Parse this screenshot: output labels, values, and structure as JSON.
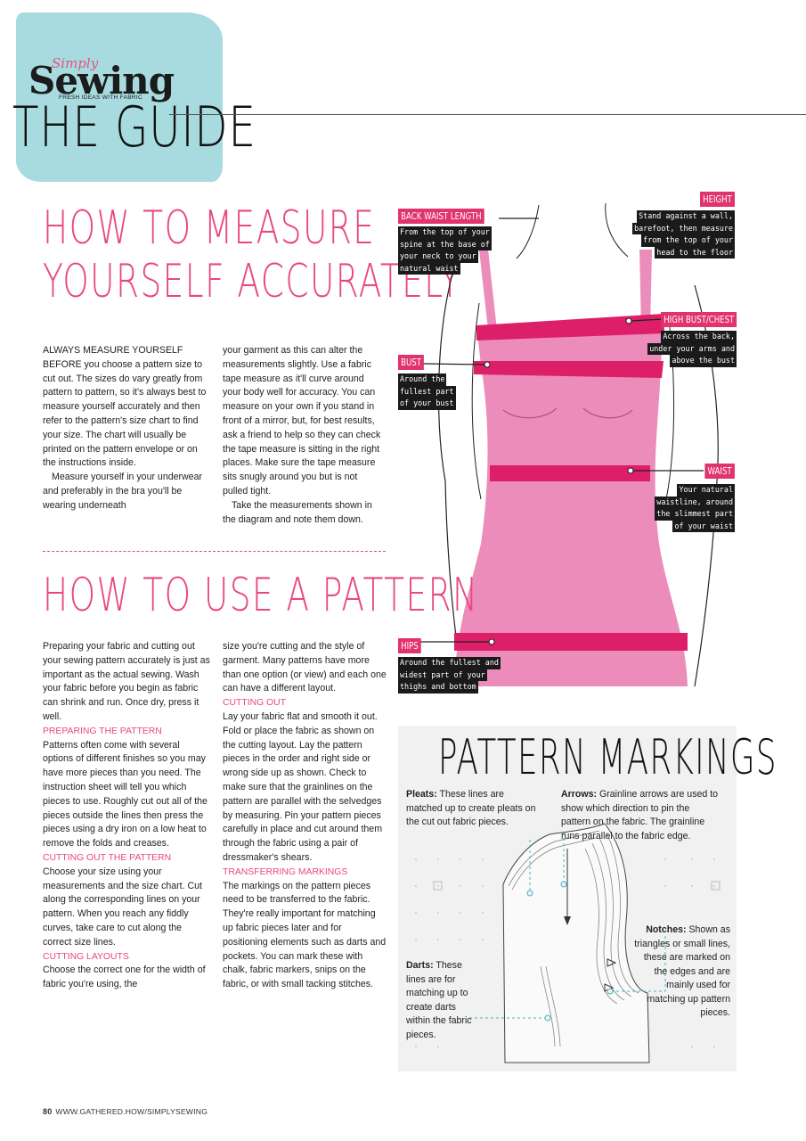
{
  "masthead": {
    "simply": "Simply",
    "sewing": "Sewing",
    "tagline": "FRESH IDEAS WITH FABRIC",
    "guide": "THE GUIDE"
  },
  "measure": {
    "title_line1": "HOW TO MEASURE",
    "title_line2": "YOURSELF ACCURATELY",
    "col1": "ALWAYS MEASURE YOURSELF BEFORE you choose a pattern size to cut out. The sizes do vary greatly from pattern to pattern, so it's always best to measure yourself accurately and then refer to the pattern's size chart to find your size. The chart will usually be printed on the pattern envelope or on the instructions inside.",
    "col1b": "Measure yourself in your underwear and preferably in the bra you'll be wearing underneath",
    "col2": "your garment as this can alter the measurements slightly. Use a fabric tape measure as it'll curve around your body well for accuracy. You can measure on your own if you stand in front of a mirror, but, for best results, ask a friend to help so they can check the tape measure is sitting in the right places. Make sure the tape measure sits snugly around you but is not pulled tight.",
    "col2b": "Take the measurements shown in the diagram and note them down."
  },
  "figure": {
    "back_waist": {
      "label": "BACK WAIST LENGTH",
      "lines": [
        "From the top of your",
        "spine at the base of",
        "your neck to your",
        "natural waist"
      ]
    },
    "height": {
      "label": "HEIGHT",
      "lines": [
        "Stand against a wall,",
        "barefoot, then measure",
        "from the top of your",
        "head to the floor"
      ]
    },
    "high_bust": {
      "label": "HIGH BUST/CHEST",
      "lines": [
        "Across the back,",
        "under your arms and",
        "above the bust"
      ]
    },
    "bust": {
      "label": "BUST",
      "lines": [
        "Around the",
        "fullest part",
        "of your bust"
      ]
    },
    "waist": {
      "label": "WAIST",
      "lines": [
        "Your natural",
        "waistline, around",
        "the slimmest part",
        "of your waist"
      ]
    },
    "hips": {
      "label": "HIPS",
      "lines": [
        "Around the fullest and",
        "widest part of your",
        "thighs and bottom"
      ]
    },
    "colors": {
      "dress": "#ec8cbb",
      "band": "#dc1f68",
      "label": "#e0336f"
    }
  },
  "pattern": {
    "title": "HOW TO USE A PATTERN",
    "intro": "Preparing your fabric and cutting out your sewing pattern accurately is just as important as the actual sewing. Wash your fabric before you begin as fabric can shrink and run. Once dry, press it well.",
    "s1_head": "PREPARING THE PATTERN",
    "s1_body": "Patterns often come with several options of different finishes so you may have more pieces than you need. The instruction sheet will tell you which pieces to use. Roughly cut out all of the pieces outside the lines then press the pieces using a dry iron on a low heat to remove the folds and creases.",
    "s2_head": "CUTTING OUT THE PATTERN",
    "s2_body": "Choose your size using your measurements and the size chart. Cut along the corresponding lines on your pattern. When you reach any fiddly curves, take care to cut along the correct size lines.",
    "s3_head": "CUTTING LAYOUTS",
    "s3_body": "Choose the correct one for the width of fabric you're using, the",
    "c2_intro": "size you're cutting and the style of garment. Many patterns have more than one option (or view) and each one can have a different layout.",
    "s4_head": "CUTTING OUT",
    "s4_body": "Lay your fabric flat and smooth it out. Fold or place the fabric as shown on the cutting layout. Lay the pattern pieces in the order and right side or wrong side up as shown. Check to make sure that the grainlines on the pattern are parallel with the selvedges by measuring. Pin your pattern pieces carefully in place and cut around them through the fabric using a pair of dressmaker's shears.",
    "s5_head": "TRANSFERRING MARKINGS",
    "s5_body": "The markings on the pattern pieces need to be transferred to the fabric. They're really important for matching up fabric pieces later and for positioning elements such as darts and pockets. You can mark these with chalk, fabric markers, snips on the fabric, or with small tacking stitches."
  },
  "markings": {
    "title": "PATTERN MARKINGS",
    "pleats_head": "Pleats:",
    "pleats_body": "These lines are matched up to create pleats on the cut out fabric pieces.",
    "arrows_head": "Arrows:",
    "arrows_body": "Grainline arrows are used to show which direction to pin the pattern on the fabric. The grainline runs parallel to the fabric edge.",
    "notches_head": "Notches:",
    "notches_body": "Shown as triangles or small lines, these are marked on the edges and are mainly used for matching up pattern pieces.",
    "darts_head": "Darts:",
    "darts_body": "These lines are for matching up to create darts within the fabric pieces.",
    "accent": "#4bb3c6"
  },
  "footer": {
    "page": "80",
    "url": "WWW.GATHERED.HOW/SIMPLYSEWING"
  }
}
